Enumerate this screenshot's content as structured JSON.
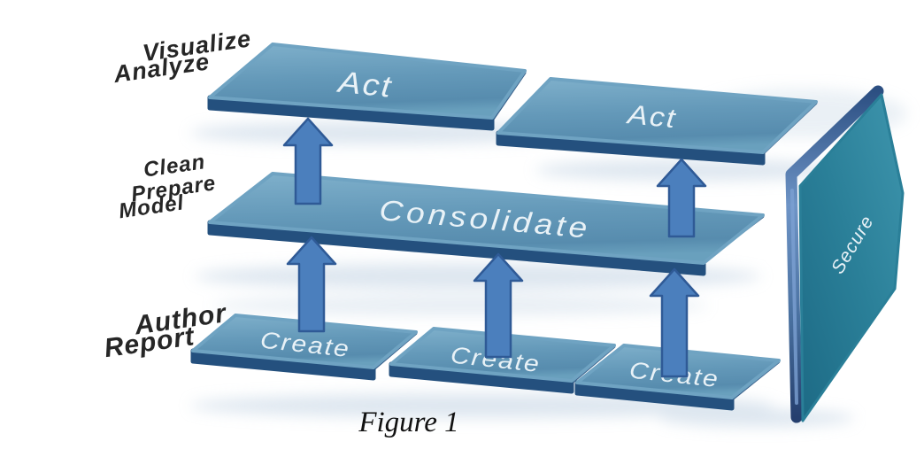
{
  "diagram": {
    "caption": "Figure 1",
    "rows": [
      {
        "label_lines": [
          "Visualize",
          "Analyze"
        ],
        "panels": [
          "Act",
          "Act"
        ]
      },
      {
        "label_lines": [
          "Clean",
          "Prepare",
          "Model"
        ],
        "panels": [
          "Consolidate"
        ]
      },
      {
        "label_lines": [
          "Author",
          "Report"
        ],
        "panels": [
          "Create",
          "Create",
          "Create"
        ]
      }
    ],
    "side_panel_label": "Secure",
    "colors": {
      "panel_face": "#6ea3c2",
      "panel_face_light": "#7fb0cb",
      "panel_edge": "#24507e",
      "arrow_fill": "#4b7fbd",
      "arrow_outline": "#2f5a96",
      "secure_face": "#2a7f98",
      "secure_spine": "#3b638f",
      "label_text": "#262626",
      "panel_text": "#e9f2f7",
      "caption_text": "#111111",
      "background": "#ffffff"
    }
  }
}
